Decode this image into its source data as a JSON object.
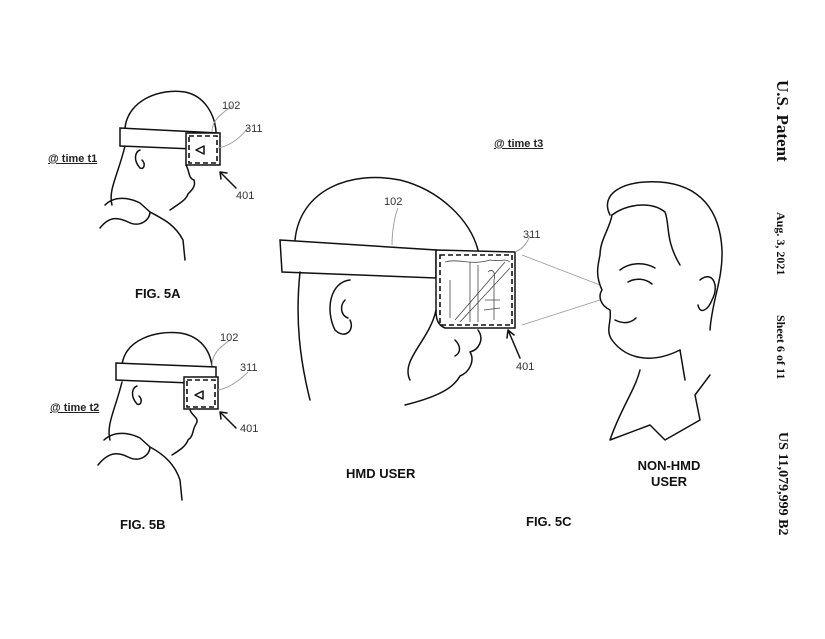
{
  "header": {
    "title": "U.S. Patent",
    "date": "Aug. 3, 2021",
    "sheet": "Sheet 6 of 11",
    "patent_number": "US 11,079,999 B2"
  },
  "figures": [
    {
      "id": "fig5a",
      "label": "FIG. 5A",
      "time_label": "@ time t1",
      "refs": {
        "hmd": "102",
        "display": "311",
        "view": "401"
      }
    },
    {
      "id": "fig5b",
      "label": "FIG. 5B",
      "time_label": "@ time t2",
      "refs": {
        "hmd": "102",
        "display": "311",
        "view": "401"
      }
    },
    {
      "id": "fig5c",
      "label": "FIG. 5C",
      "time_label": "@ time t3",
      "refs": {
        "hmd": "102",
        "display": "311",
        "view": "401"
      },
      "captions": {
        "hmd_user": "HMD USER",
        "non_hmd_user_line1": "NON-HMD",
        "non_hmd_user_line2": "USER"
      }
    }
  ]
}
